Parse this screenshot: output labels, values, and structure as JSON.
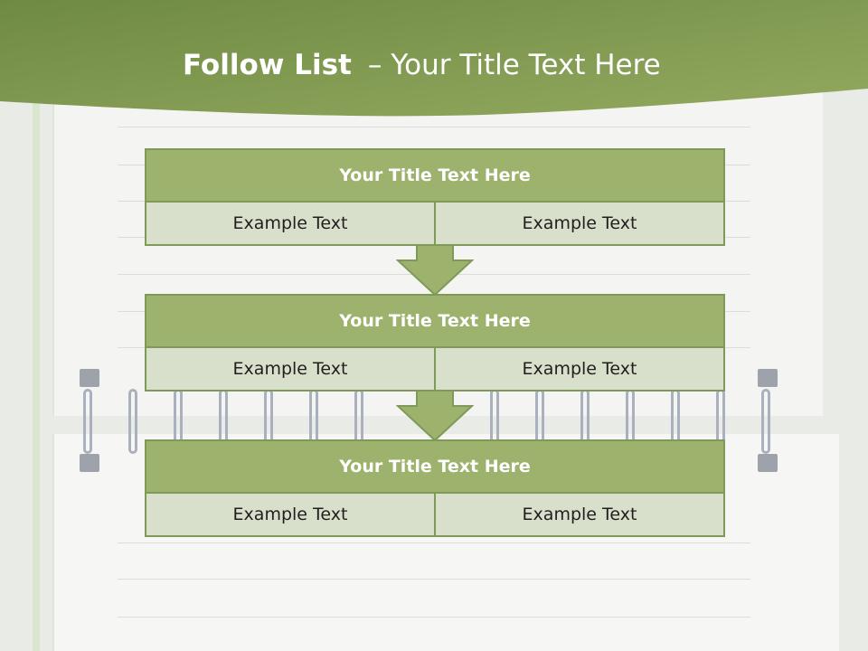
{
  "header": {
    "title_bold": "Follow List",
    "title_separator": "–",
    "title_rest": "Your Title Text Here"
  },
  "colors": {
    "header_green": "#7c9a4c",
    "block_title_green": "#9db26c",
    "block_border": "#7f9a58",
    "cell_fill": "#d8e0cc"
  },
  "blocks": [
    {
      "title": "Your Title Text Here",
      "cells": [
        "Example Text",
        "Example Text"
      ]
    },
    {
      "title": "Your Title Text Here",
      "cells": [
        "Example Text",
        "Example Text"
      ]
    },
    {
      "title": "Your Title Text Here",
      "cells": [
        "Example Text",
        "Example Text"
      ]
    }
  ],
  "connectors": [
    "arrow-down-icon",
    "arrow-down-icon"
  ]
}
